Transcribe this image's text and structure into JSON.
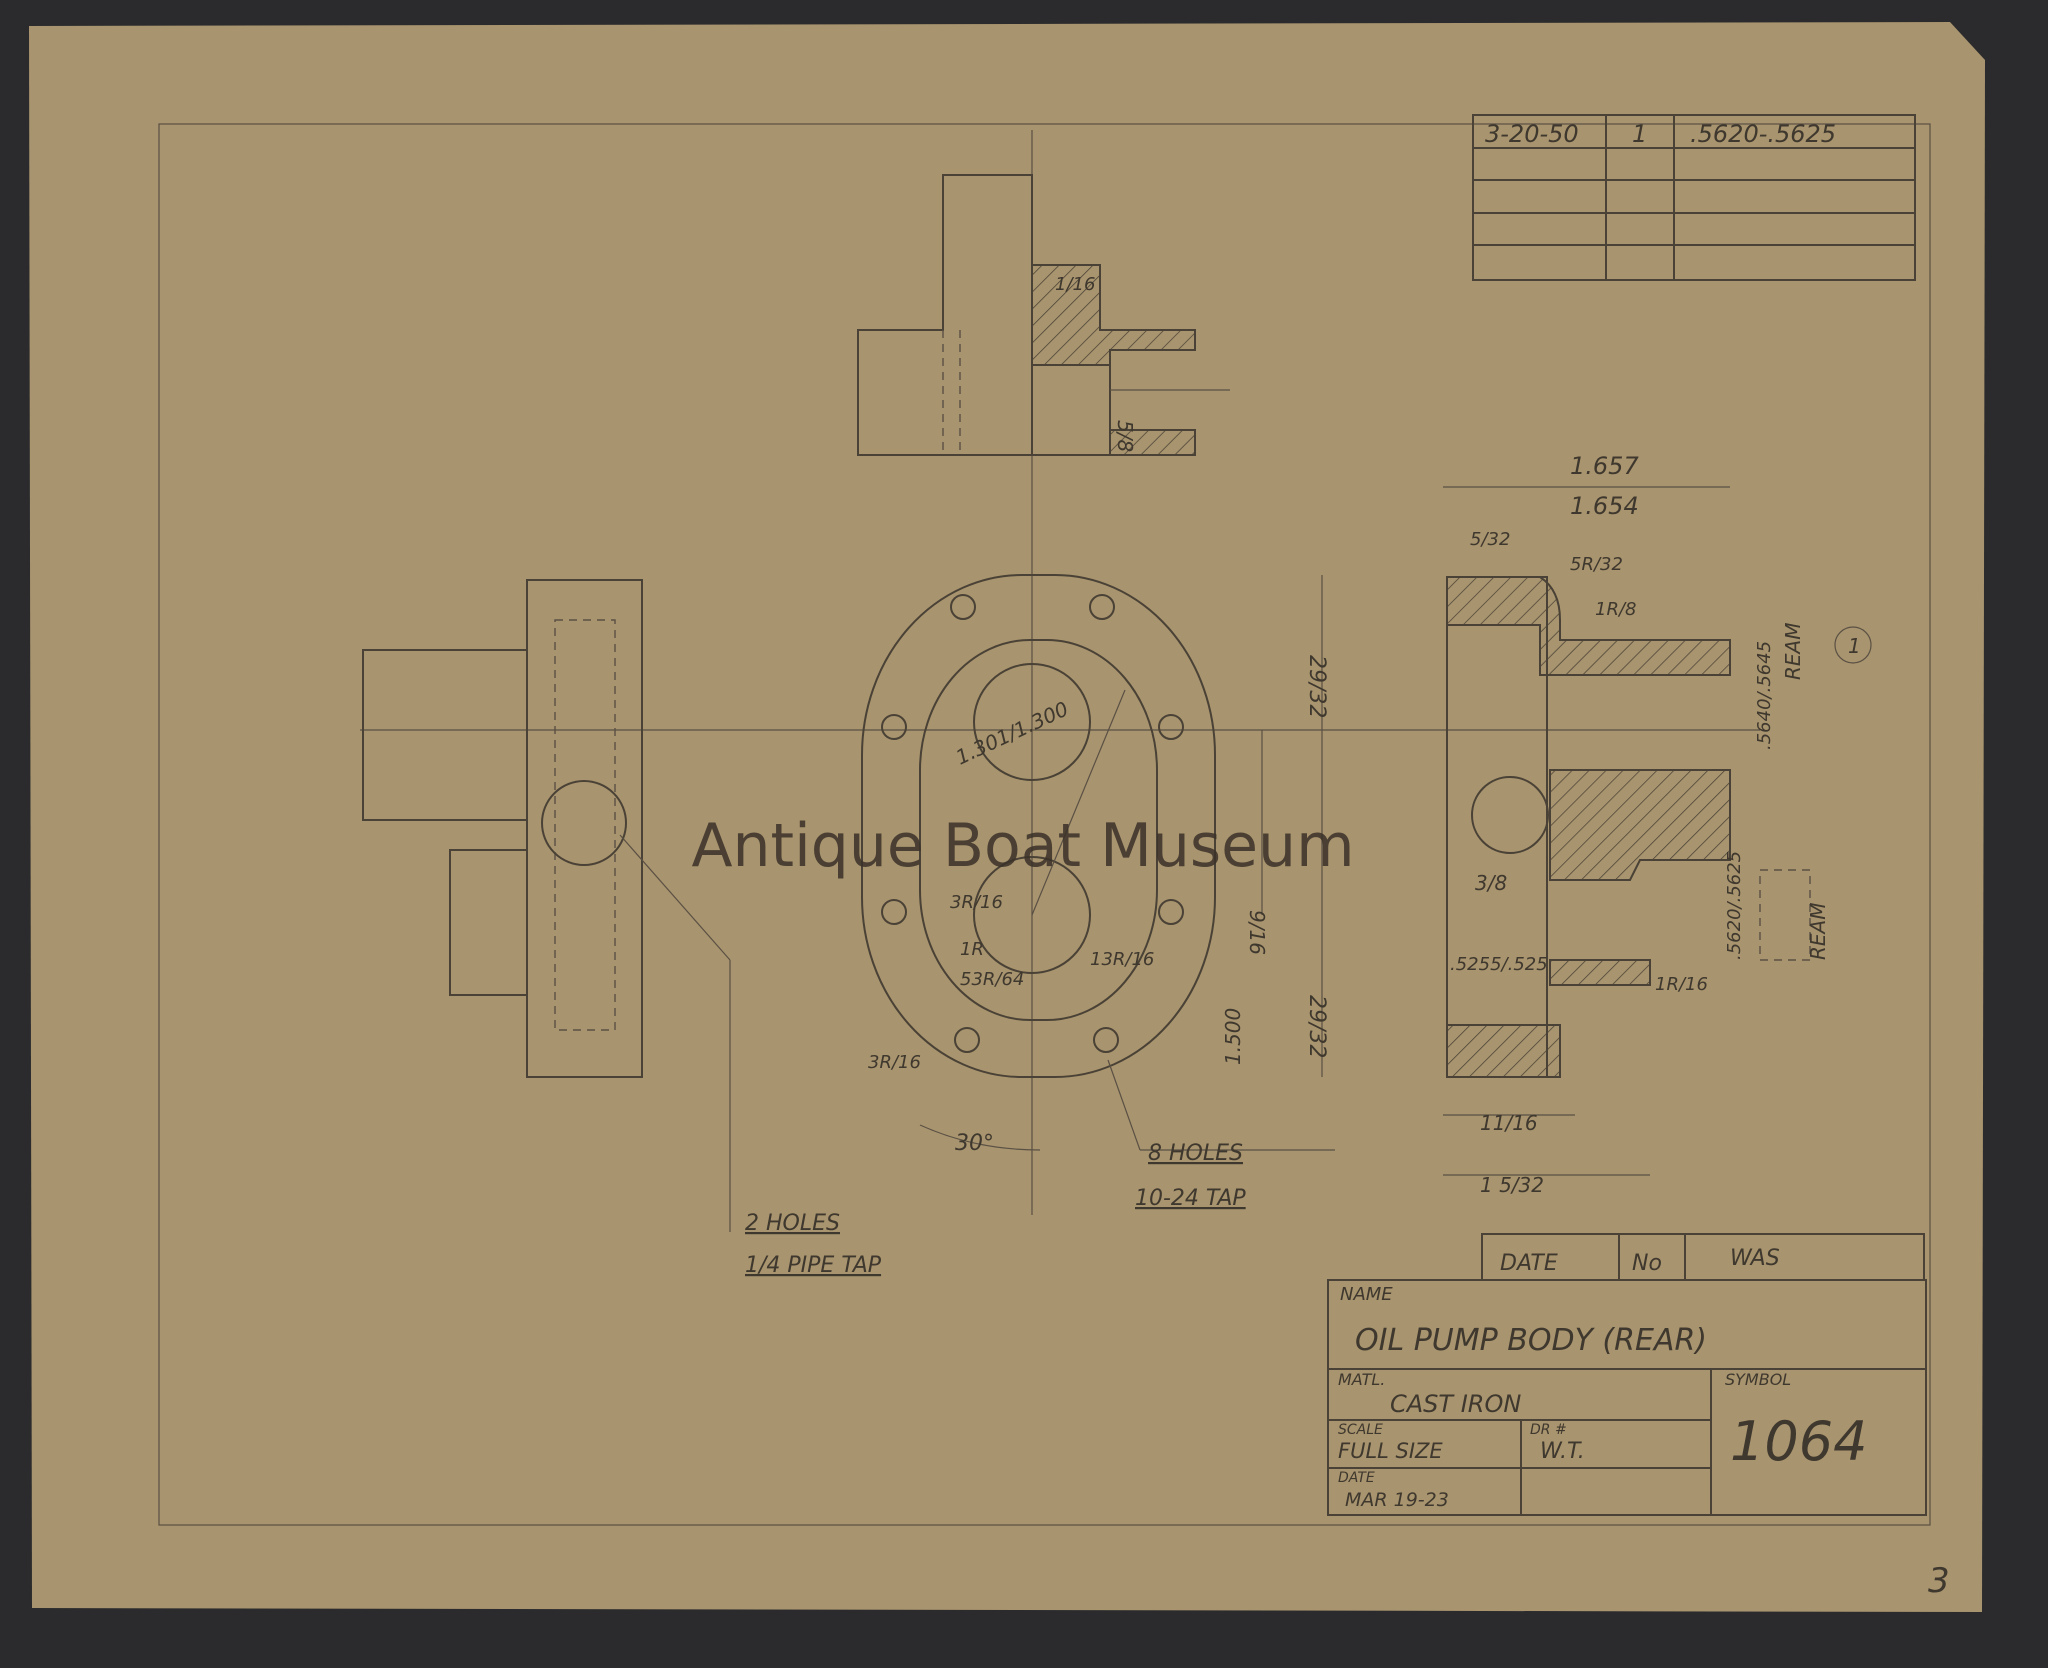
{
  "colors": {
    "background": "#2b2b2d",
    "paper": "#a8946e",
    "ink": "#4a4236"
  },
  "watermark": "Antique Boat Museum",
  "revision_table": {
    "rows": [
      {
        "date": "3-20-50",
        "no": "1",
        "was": ".5620-.5625"
      }
    ]
  },
  "change_header": {
    "date": "DATE",
    "no": "No",
    "was": "WAS"
  },
  "title_block": {
    "name_label": "NAME",
    "name": "OIL PUMP BODY (REAR)",
    "material_label": "MATL.",
    "material": "CAST IRON",
    "scale_label": "SCALE",
    "scale": "FULL SIZE",
    "drawn_label": "DR #",
    "drawn": "W.T.",
    "date_label": "DATE",
    "date": "MAR 19-23",
    "symbol_label": "SYMBOL",
    "symbol": "1064"
  },
  "sheet_mark": "3",
  "notes": {
    "holes_pipe_1": "2 HOLES",
    "holes_pipe_2": "1/4 PIPE TAP",
    "holes_tap_1": "8 HOLES",
    "holes_tap_2": "10-24 TAP",
    "angle": "30°",
    "ream_1": "REAM",
    "ream_2": "REAM",
    "rev_marker": "1"
  },
  "dimensions": {
    "top_fillet": "1/16",
    "top_height": "5/8",
    "width_top": "1.657",
    "width_bottom": "1.654",
    "flange": "5/32",
    "radius_a": "5R/32",
    "radius_b": "1R/8",
    "bore_a": ".5640/.5645",
    "bore_b": ".5620/.5625",
    "h_upper": "29/32",
    "h_mid": "9/16",
    "h_lower": "29/32",
    "center_dist": "1.500",
    "dia": "1.301/1.300",
    "r1": "3R/16",
    "r2": "1R",
    "r3": "53R/64",
    "r4": "13R/16",
    "r5": "3R/16",
    "three_eighths": "3/8",
    "step": ".5255/.525",
    "r6": "1R/16",
    "len_a": "11/16",
    "len_b": "1 5/32"
  }
}
